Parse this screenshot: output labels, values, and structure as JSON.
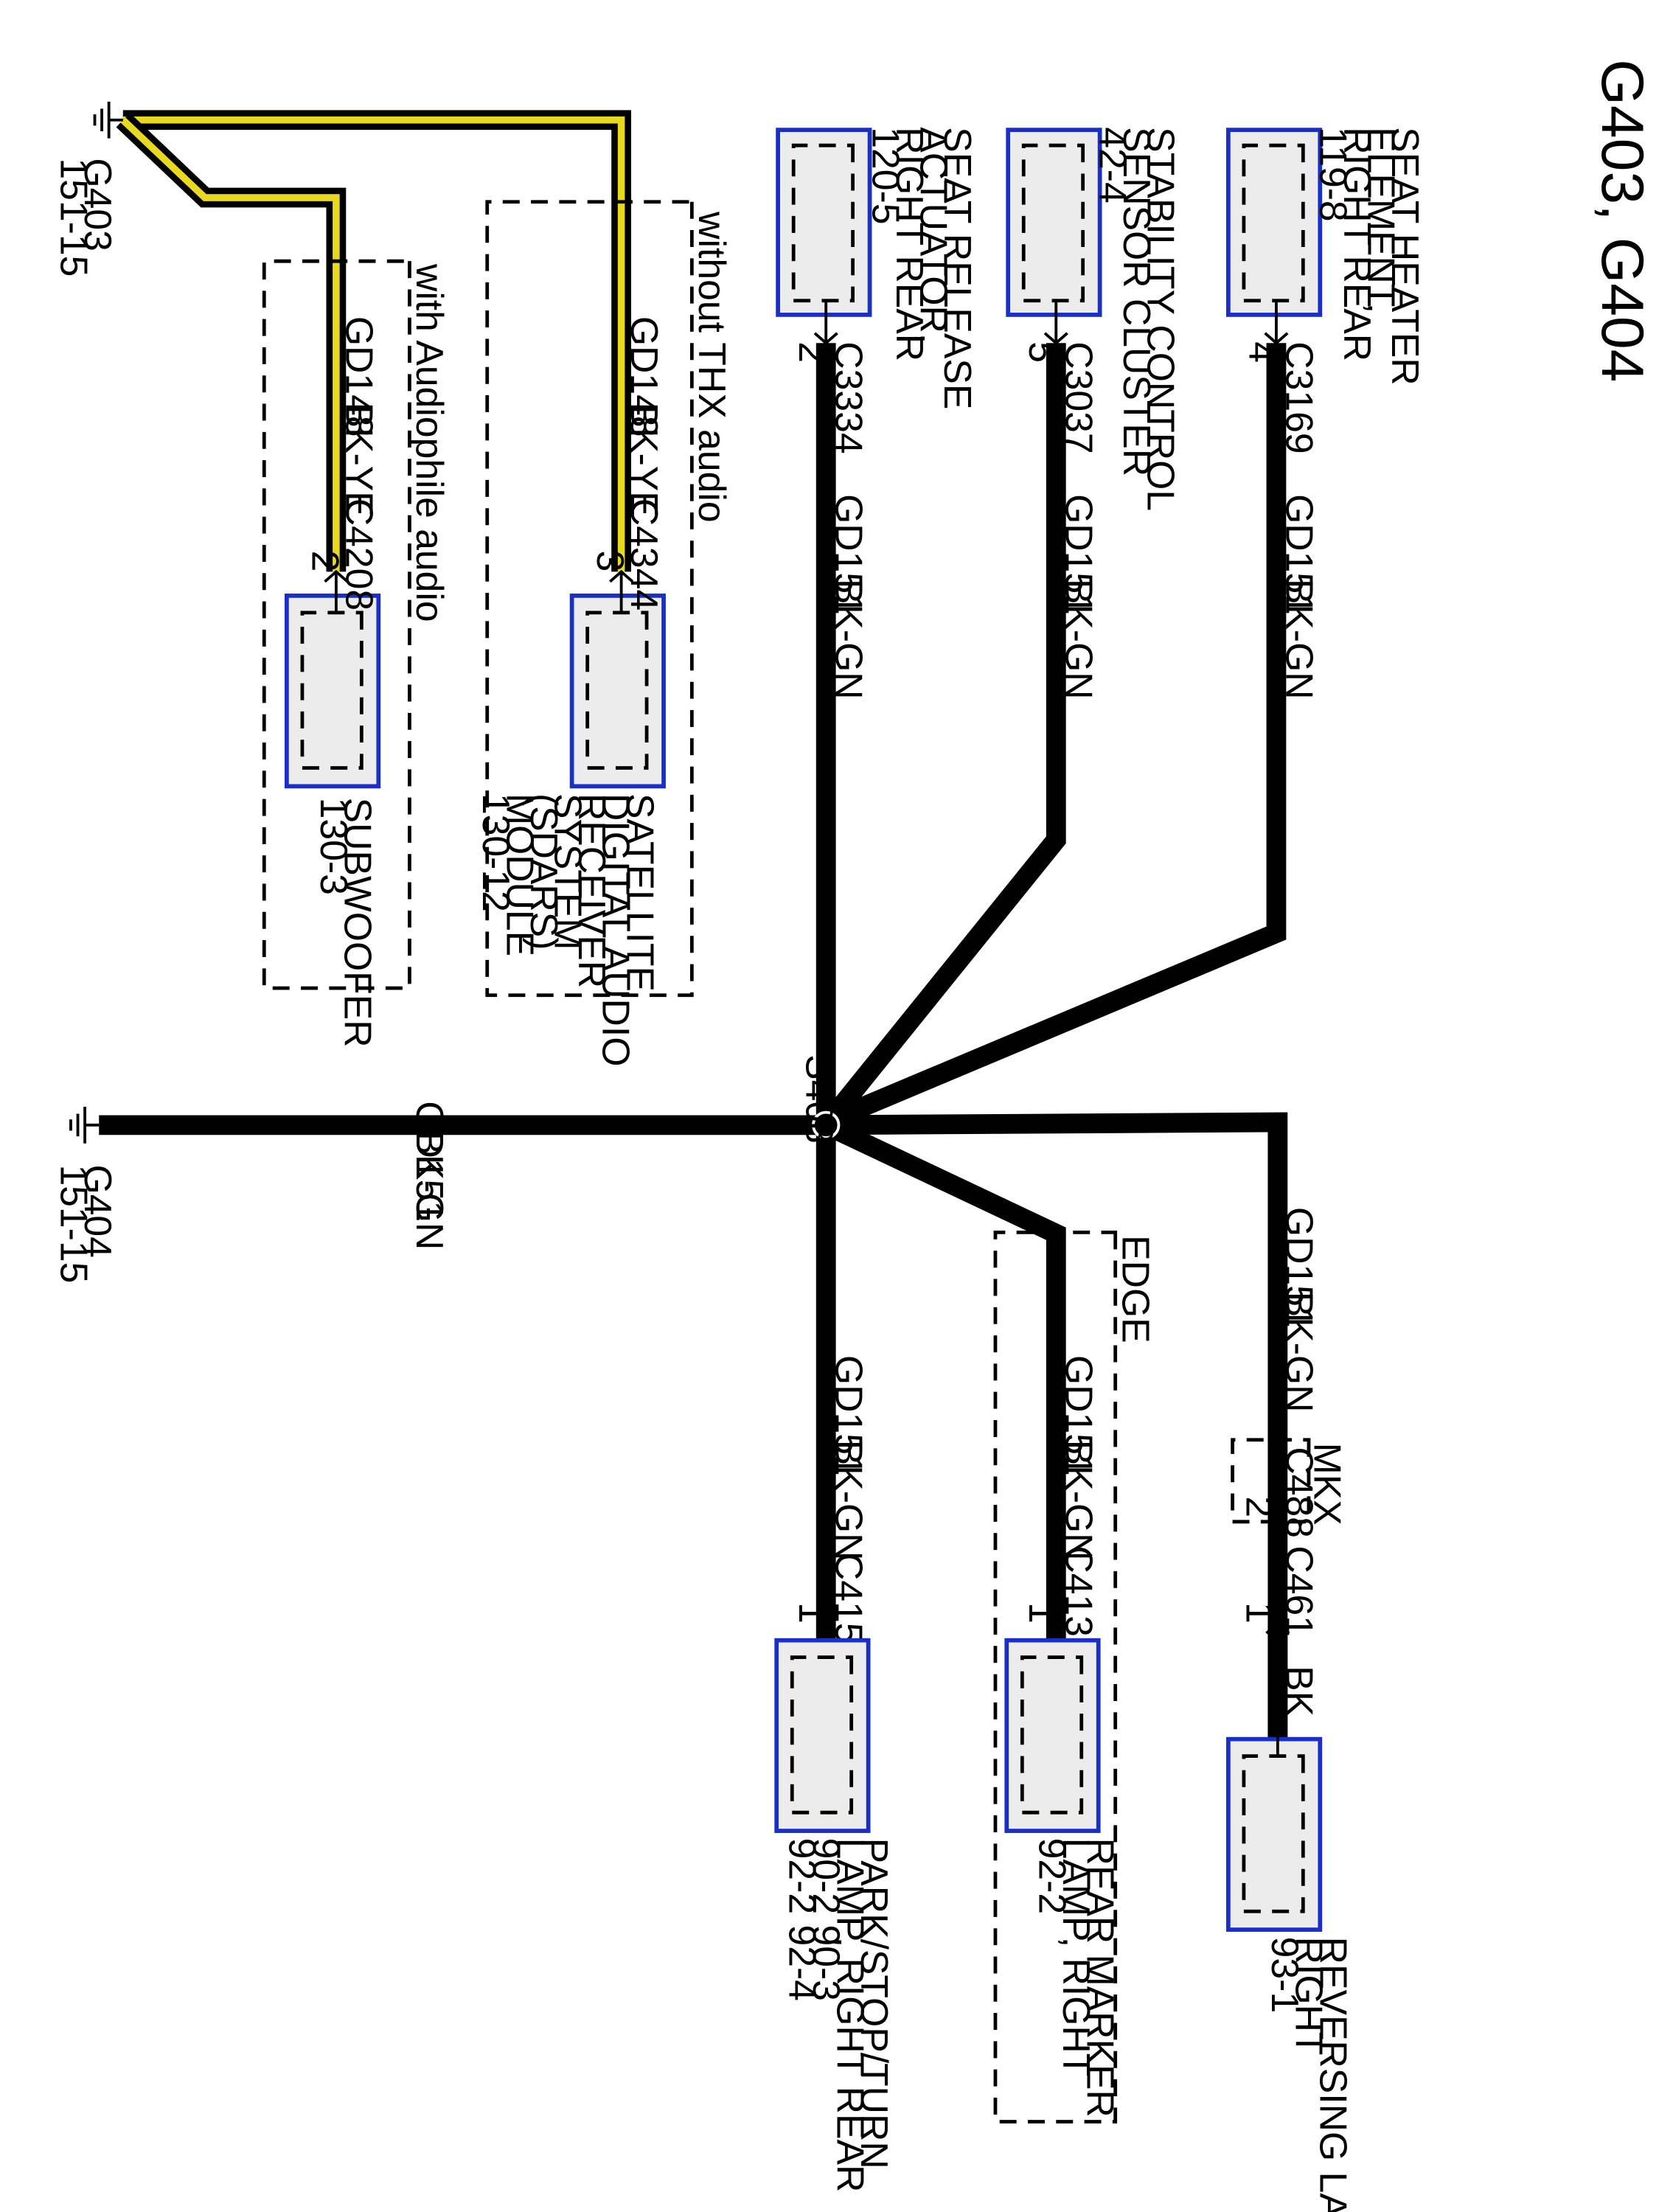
{
  "title": "G403, G404",
  "components": {
    "seat_heater": [
      "SEAT HEATER",
      "ELEMENT,",
      "RIGHT REAR",
      "119-8"
    ],
    "stability_control": [
      "STABILITY CONTROL",
      "SENSOR CLUSTER",
      "42-4"
    ],
    "seat_release": [
      "SEAT RELEASE",
      "ACTUATOR,",
      "RIGHT REAR",
      "120-5"
    ],
    "sdars": [
      "SATELLITE",
      "DIGITAL AUDIO",
      "RECEIVER",
      "SYSTEM",
      "(SDARS)",
      "MODULE",
      "130-12"
    ],
    "subwoofer": [
      "SUBWOOFER",
      "130-3"
    ],
    "reversing_lamp": [
      "REVERSING LAMP,",
      "RIGHT",
      "93-1"
    ],
    "rear_marker": [
      "REAR MARKER",
      "LAMP, RIGHT",
      "92-2"
    ],
    "park_stop_turn": [
      "PARK/STOP/TURN",
      "LAMP, RIGHT REAR",
      "90-2     90-3",
      "92-2     92-4"
    ]
  },
  "grounds": {
    "g403": [
      "G403",
      "151-15"
    ],
    "g404": [
      "G404",
      "151-15"
    ]
  },
  "splice": "S408",
  "connectors": {
    "c3169": "C3169",
    "c3169_pin": "4",
    "c3037": "C3037",
    "c3037_pin": "5",
    "c3334": "C3334",
    "c3334_pin": "2",
    "c4344": "C4344",
    "c4344_pin": "3",
    "c4208": "C4208",
    "c4208_pin": "2",
    "c488": "C488",
    "c488_pin": "2",
    "c461": "C461",
    "c461_pin": "1",
    "c4138": "C4138",
    "c4138_pin": "1",
    "c415": "C415",
    "c415_pin": "1"
  },
  "wires": {
    "gd151": "GD151",
    "bk_gn": "BK-GN",
    "gd148": "GD148",
    "bk_ye": "BK-YE",
    "bk": "BK"
  },
  "options": {
    "without_thx": "without THX audio",
    "with_audiophile": "with Audiophile audio",
    "edge": "EDGE",
    "mkx": "MKX"
  }
}
